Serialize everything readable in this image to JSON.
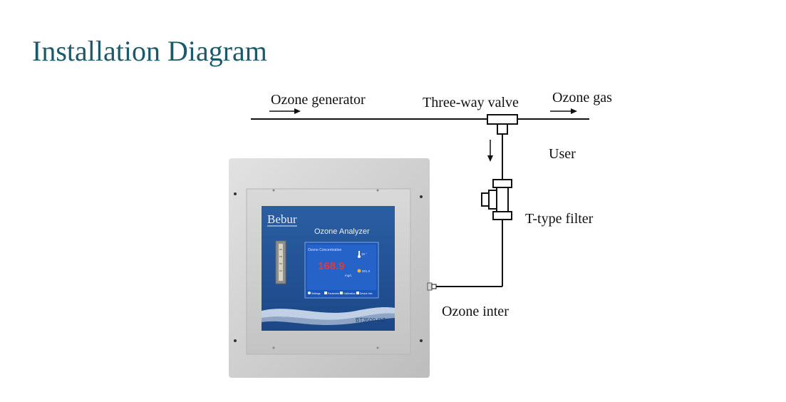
{
  "slide": {
    "title": "Installation Diagram"
  },
  "labels": {
    "ozone_generator": "Ozone generator",
    "three_way_valve": "Three-way valve",
    "ozone_gas": "Ozone gas",
    "user": "User",
    "t_type_filter": "T-type filter",
    "ozone_inter": "Ozone inter"
  },
  "device": {
    "brand": "Bebur",
    "product_name": "Ozone Analyzer",
    "screen_heading": "Ozone Concentration",
    "reading": "168.9",
    "unit": "mg/L",
    "temperature": "15 °",
    "status_value": "001.0",
    "menu": [
      "Settings",
      "Parameter",
      "Calibration",
      "Device Info"
    ],
    "model": "BT3500-OZ"
  },
  "colors": {
    "title": "#1c5a6b",
    "panel_blue": "#1f4f93",
    "housing": "#cfcfcf",
    "reading_red": "#e0393e",
    "pipe": "#111111"
  }
}
